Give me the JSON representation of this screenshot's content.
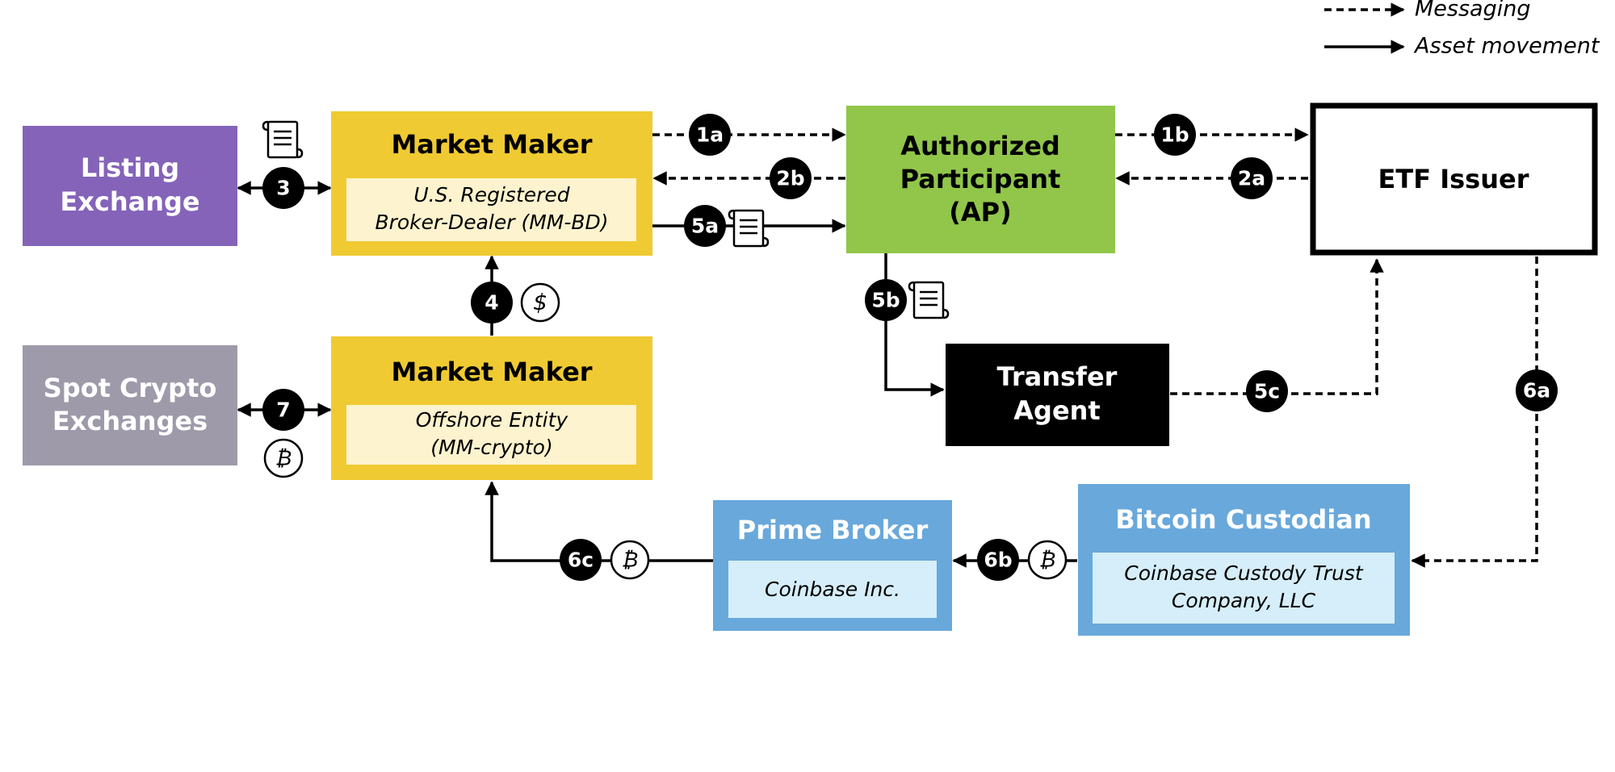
{
  "legend": {
    "messaging": "Messaging",
    "asset_movement": "Asset movement"
  },
  "nodes": {
    "listing_exchange": {
      "line1": "Listing",
      "line2": "Exchange"
    },
    "spot_crypto": {
      "line1": "Spot Crypto",
      "line2": "Exchanges"
    },
    "mm_bd": {
      "title": "Market Maker",
      "sub1": "U.S. Registered",
      "sub2": "Broker-Dealer (MM-BD)"
    },
    "mm_crypto": {
      "title": "Market Maker",
      "sub1": "Offshore Entity",
      "sub2": "(MM-crypto)"
    },
    "ap": {
      "line1": "Authorized",
      "line2": "Participant",
      "line3": "(AP)"
    },
    "etf_issuer": {
      "title": "ETF Issuer"
    },
    "transfer_agent": {
      "line1": "Transfer",
      "line2": "Agent"
    },
    "prime_broker": {
      "title": "Prime Broker",
      "sub1": "Coinbase Inc."
    },
    "custodian": {
      "title": "Bitcoin Custodian",
      "sub1": "Coinbase Custody Trust",
      "sub2": "Company, LLC"
    }
  },
  "steps": {
    "s1a": "1a",
    "s1b": "1b",
    "s2a": "2a",
    "s2b": "2b",
    "s3": "3",
    "s4": "4",
    "s5a": "5a",
    "s5b": "5b",
    "s5c": "5c",
    "s6a": "6a",
    "s6b": "6b",
    "s6c": "6c",
    "s7": "7"
  },
  "symbols": {
    "bitcoin": "₿",
    "dollar": "$"
  },
  "colors": {
    "purple": "#8463B9",
    "gray": "#9E9AAA",
    "yellow": "#F0CA32",
    "yellow_light": "#FDF3CE",
    "green": "#91C64A",
    "blue": "#69A8DB",
    "blue_light": "#D5EEF9",
    "black": "#000000"
  }
}
